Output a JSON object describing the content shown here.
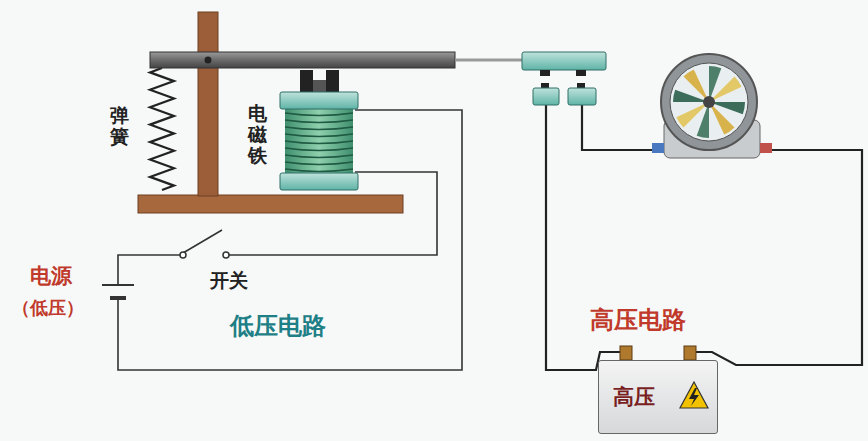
{
  "diagram": {
    "nodes": [
      {
        "text": [
          "高压"
        ]
      }
    ],
    "labels": [
      "弹簧",
      "电磁铁",
      "开关",
      "电源",
      "（低压）",
      "低压电路",
      "高压电路"
    ]
  }
}
